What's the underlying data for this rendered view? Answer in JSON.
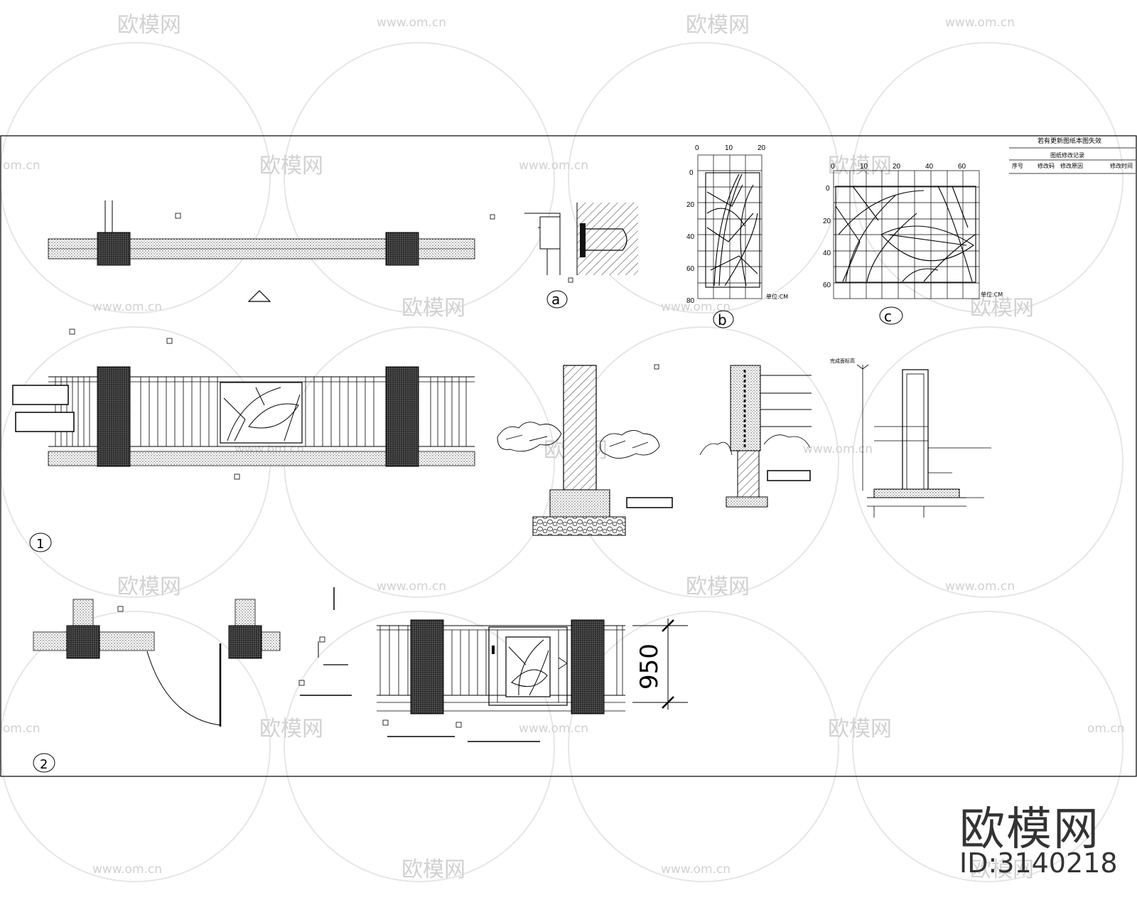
{
  "watermark": {
    "brand": "欧模网",
    "url": "www.om.cn",
    "url_cropped": "om.cn"
  },
  "brand_mark": {
    "name": "欧模网",
    "id_label": "ID:3140218"
  },
  "title_block": {
    "title": "若有更新图纸本图失效",
    "subtitle": "图纸修改记录",
    "columns": [
      "序号",
      "修改码",
      "修改原因",
      "修改时间"
    ]
  },
  "detail_labels": {
    "a": "a",
    "b": "b",
    "c": "c",
    "one": "1",
    "two": "2",
    "triangle": "△"
  },
  "grid_b": {
    "x_ticks": [
      "0",
      "10",
      "20"
    ],
    "y_ticks": [
      "0",
      "20",
      "40",
      "60",
      "80"
    ],
    "unit": "单位:CM"
  },
  "grid_c": {
    "x_ticks": [
      "0",
      "10",
      "20",
      "40",
      "60"
    ],
    "y_ticks": [
      "0",
      "20",
      "40",
      "60"
    ],
    "unit": "单位:CM"
  },
  "dimension": {
    "gate_height": "950"
  },
  "section_label": "完成面标高"
}
